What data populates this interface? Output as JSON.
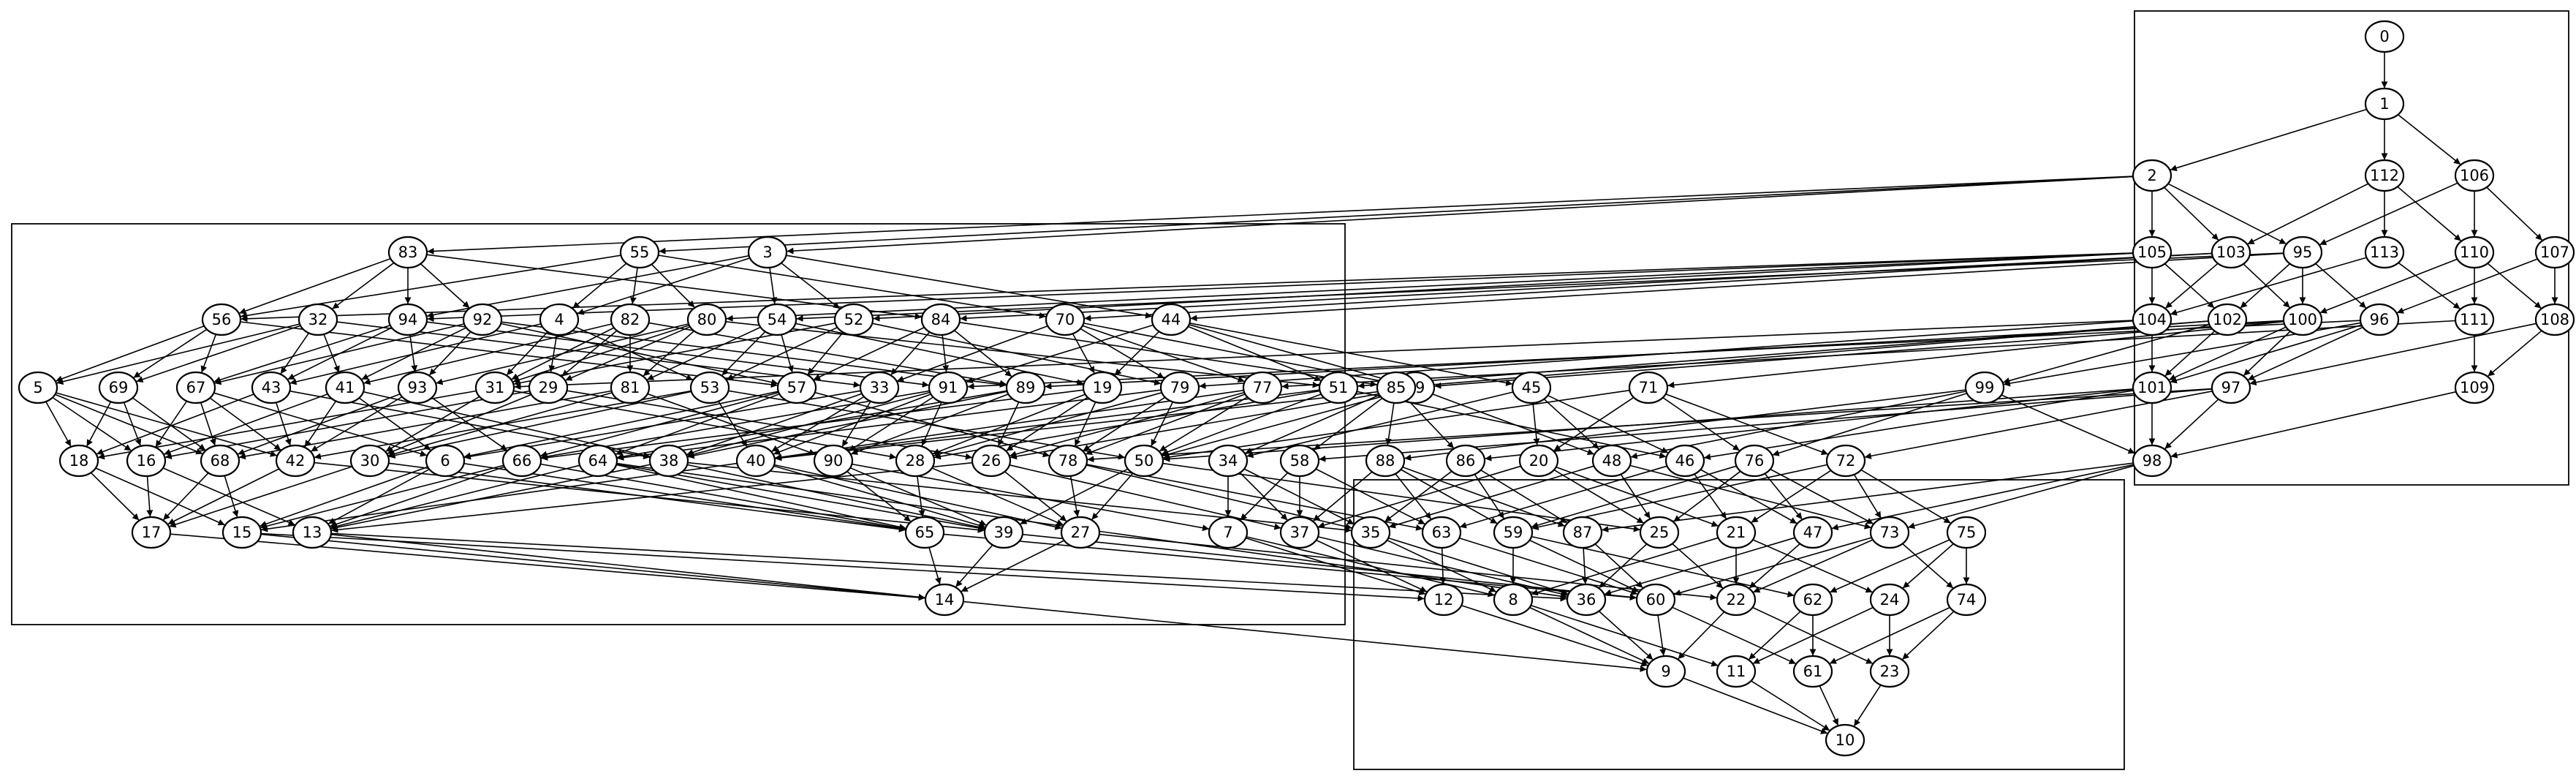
{
  "nodes": [
    "0",
    "1",
    "2",
    "3",
    "4",
    "5",
    "6",
    "7",
    "8",
    "9",
    "10",
    "11",
    "12",
    "13",
    "14",
    "15",
    "16",
    "17",
    "18",
    "19",
    "20",
    "21",
    "22",
    "23",
    "24",
    "25",
    "26",
    "27",
    "28",
    "29",
    "30",
    "31",
    "32",
    "33",
    "34",
    "35",
    "36",
    "37",
    "38",
    "39",
    "40",
    "41",
    "42",
    "43",
    "44",
    "45",
    "46",
    "47",
    "48",
    "49",
    "50",
    "51",
    "52",
    "53",
    "54",
    "55",
    "56",
    "57",
    "58",
    "59",
    "60",
    "61",
    "62",
    "63",
    "64",
    "65",
    "66",
    "67",
    "68",
    "69",
    "70",
    "71",
    "72",
    "73",
    "74",
    "75",
    "76",
    "77",
    "78",
    "79",
    "80",
    "81",
    "82",
    "83",
    "84",
    "85",
    "86",
    "87",
    "88",
    "89",
    "90",
    "91",
    "92",
    "93",
    "94",
    "95",
    "96",
    "97",
    "98",
    "99",
    "100",
    "101",
    "102",
    "103",
    "104",
    "105",
    "106",
    "107",
    "108",
    "109",
    "110",
    "111",
    "112",
    "113"
  ],
  "edges": [
    [
      "0",
      "1"
    ],
    [
      "1",
      "2"
    ],
    [
      "1",
      "112"
    ],
    [
      "1",
      "106"
    ],
    [
      "2",
      "55"
    ],
    [
      "2",
      "3"
    ],
    [
      "2",
      "83"
    ],
    [
      "2",
      "105"
    ],
    [
      "2",
      "103"
    ],
    [
      "2",
      "95"
    ],
    [
      "112",
      "103"
    ],
    [
      "112",
      "113"
    ],
    [
      "112",
      "110"
    ],
    [
      "106",
      "95"
    ],
    [
      "106",
      "110"
    ],
    [
      "106",
      "107"
    ],
    [
      "105",
      "56"
    ],
    [
      "105",
      "94"
    ],
    [
      "105",
      "52"
    ],
    [
      "105",
      "80"
    ],
    [
      "105",
      "104"
    ],
    [
      "105",
      "102"
    ],
    [
      "103",
      "70"
    ],
    [
      "103",
      "84"
    ],
    [
      "103",
      "104"
    ],
    [
      "103",
      "100"
    ],
    [
      "95",
      "44"
    ],
    [
      "95",
      "54"
    ],
    [
      "95",
      "102"
    ],
    [
      "95",
      "100"
    ],
    [
      "95",
      "96"
    ],
    [
      "113",
      "104"
    ],
    [
      "113",
      "111"
    ],
    [
      "110",
      "100"
    ],
    [
      "110",
      "111"
    ],
    [
      "110",
      "108"
    ],
    [
      "107",
      "96"
    ],
    [
      "107",
      "108"
    ],
    [
      "104",
      "101"
    ],
    [
      "104",
      "31"
    ],
    [
      "104",
      "79"
    ],
    [
      "102",
      "101"
    ],
    [
      "102",
      "51"
    ],
    [
      "102",
      "85"
    ],
    [
      "102",
      "99"
    ],
    [
      "100",
      "101"
    ],
    [
      "100",
      "97"
    ],
    [
      "100",
      "71"
    ],
    [
      "100",
      "89"
    ],
    [
      "100",
      "49"
    ],
    [
      "96",
      "101"
    ],
    [
      "96",
      "97"
    ],
    [
      "96",
      "99"
    ],
    [
      "96",
      "91"
    ],
    [
      "111",
      "109"
    ],
    [
      "111",
      "77"
    ],
    [
      "108",
      "109"
    ],
    [
      "108",
      "97"
    ],
    [
      "101",
      "98"
    ],
    [
      "101",
      "46"
    ],
    [
      "101",
      "86"
    ],
    [
      "101",
      "50"
    ],
    [
      "97",
      "98"
    ],
    [
      "97",
      "72"
    ],
    [
      "97",
      "58"
    ],
    [
      "97",
      "78"
    ],
    [
      "99",
      "98"
    ],
    [
      "99",
      "48"
    ],
    [
      "99",
      "76"
    ],
    [
      "99",
      "88"
    ],
    [
      "109",
      "98"
    ],
    [
      "98",
      "73"
    ],
    [
      "98",
      "47"
    ],
    [
      "98",
      "87"
    ],
    [
      "83",
      "56"
    ],
    [
      "83",
      "32"
    ],
    [
      "83",
      "94"
    ],
    [
      "83",
      "92"
    ],
    [
      "83",
      "84"
    ],
    [
      "55",
      "56"
    ],
    [
      "55",
      "4"
    ],
    [
      "55",
      "82"
    ],
    [
      "55",
      "80"
    ],
    [
      "55",
      "70"
    ],
    [
      "3",
      "54"
    ],
    [
      "3",
      "52"
    ],
    [
      "3",
      "44"
    ],
    [
      "3",
      "4"
    ],
    [
      "3",
      "94"
    ],
    [
      "56",
      "5"
    ],
    [
      "56",
      "69"
    ],
    [
      "56",
      "67"
    ],
    [
      "56",
      "57"
    ],
    [
      "32",
      "5"
    ],
    [
      "32",
      "43"
    ],
    [
      "32",
      "41"
    ],
    [
      "32",
      "33"
    ],
    [
      "32",
      "69"
    ],
    [
      "94",
      "43"
    ],
    [
      "94",
      "93"
    ],
    [
      "94",
      "67"
    ],
    [
      "94",
      "91"
    ],
    [
      "92",
      "41"
    ],
    [
      "92",
      "93"
    ],
    [
      "92",
      "57"
    ],
    [
      "92",
      "89"
    ],
    [
      "92",
      "67"
    ],
    [
      "4",
      "31"
    ],
    [
      "4",
      "29"
    ],
    [
      "4",
      "53"
    ],
    [
      "4",
      "43"
    ],
    [
      "82",
      "31"
    ],
    [
      "82",
      "81"
    ],
    [
      "82",
      "29"
    ],
    [
      "82",
      "89"
    ],
    [
      "82",
      "41"
    ],
    [
      "80",
      "29"
    ],
    [
      "80",
      "81"
    ],
    [
      "80",
      "51"
    ],
    [
      "80",
      "93"
    ],
    [
      "80",
      "31"
    ],
    [
      "54",
      "53"
    ],
    [
      "54",
      "57"
    ],
    [
      "54",
      "19"
    ],
    [
      "54",
      "81"
    ],
    [
      "52",
      "53"
    ],
    [
      "52",
      "57"
    ],
    [
      "52",
      "79"
    ],
    [
      "52",
      "31"
    ],
    [
      "84",
      "57"
    ],
    [
      "84",
      "33"
    ],
    [
      "84",
      "91"
    ],
    [
      "84",
      "89"
    ],
    [
      "84",
      "85"
    ],
    [
      "70",
      "19"
    ],
    [
      "70",
      "79"
    ],
    [
      "70",
      "77"
    ],
    [
      "70",
      "49"
    ],
    [
      "70",
      "33"
    ],
    [
      "44",
      "91"
    ],
    [
      "44",
      "51"
    ],
    [
      "44",
      "49"
    ],
    [
      "44",
      "45"
    ],
    [
      "44",
      "19"
    ],
    [
      "85",
      "34"
    ],
    [
      "85",
      "58"
    ],
    [
      "85",
      "88"
    ],
    [
      "85",
      "86"
    ],
    [
      "45",
      "20"
    ],
    [
      "45",
      "48"
    ],
    [
      "45",
      "46"
    ],
    [
      "45",
      "34"
    ],
    [
      "71",
      "76"
    ],
    [
      "71",
      "72"
    ],
    [
      "71",
      "20"
    ],
    [
      "71",
      "50"
    ],
    [
      "5",
      "18"
    ],
    [
      "5",
      "16"
    ],
    [
      "5",
      "68"
    ],
    [
      "5",
      "42"
    ],
    [
      "69",
      "18"
    ],
    [
      "69",
      "16"
    ],
    [
      "69",
      "68"
    ],
    [
      "67",
      "16"
    ],
    [
      "67",
      "68"
    ],
    [
      "67",
      "42"
    ],
    [
      "67",
      "6"
    ],
    [
      "43",
      "18"
    ],
    [
      "43",
      "42"
    ],
    [
      "43",
      "38"
    ],
    [
      "41",
      "16"
    ],
    [
      "41",
      "42"
    ],
    [
      "41",
      "6"
    ],
    [
      "41",
      "38"
    ],
    [
      "93",
      "68"
    ],
    [
      "93",
      "42"
    ],
    [
      "93",
      "66"
    ],
    [
      "31",
      "18"
    ],
    [
      "31",
      "30"
    ],
    [
      "31",
      "28"
    ],
    [
      "29",
      "30"
    ],
    [
      "29",
      "16"
    ],
    [
      "29",
      "26"
    ],
    [
      "81",
      "30"
    ],
    [
      "81",
      "68"
    ],
    [
      "81",
      "90"
    ],
    [
      "53",
      "30"
    ],
    [
      "53",
      "42"
    ],
    [
      "53",
      "40"
    ],
    [
      "53",
      "50"
    ],
    [
      "57",
      "6"
    ],
    [
      "57",
      "66"
    ],
    [
      "57",
      "64"
    ],
    [
      "57",
      "78"
    ],
    [
      "33",
      "6"
    ],
    [
      "33",
      "40"
    ],
    [
      "33",
      "38"
    ],
    [
      "33",
      "90"
    ],
    [
      "91",
      "66"
    ],
    [
      "91",
      "40"
    ],
    [
      "91",
      "38"
    ],
    [
      "91",
      "90"
    ],
    [
      "91",
      "28"
    ],
    [
      "89",
      "38"
    ],
    [
      "89",
      "90"
    ],
    [
      "89",
      "26"
    ],
    [
      "89",
      "64"
    ],
    [
      "19",
      "28"
    ],
    [
      "19",
      "26"
    ],
    [
      "19",
      "66"
    ],
    [
      "19",
      "78"
    ],
    [
      "79",
      "28"
    ],
    [
      "79",
      "78"
    ],
    [
      "79",
      "64"
    ],
    [
      "79",
      "50"
    ],
    [
      "77",
      "26"
    ],
    [
      "77",
      "78"
    ],
    [
      "77",
      "40"
    ],
    [
      "77",
      "50"
    ],
    [
      "51",
      "50"
    ],
    [
      "51",
      "28"
    ],
    [
      "51",
      "40"
    ],
    [
      "51",
      "46"
    ],
    [
      "49",
      "26"
    ],
    [
      "49",
      "50"
    ],
    [
      "49",
      "48"
    ],
    [
      "49",
      "40"
    ],
    [
      "34",
      "7"
    ],
    [
      "34",
      "37"
    ],
    [
      "34",
      "35"
    ],
    [
      "58",
      "7"
    ],
    [
      "58",
      "63"
    ],
    [
      "58",
      "37"
    ],
    [
      "88",
      "37"
    ],
    [
      "88",
      "63"
    ],
    [
      "88",
      "87"
    ],
    [
      "88",
      "59"
    ],
    [
      "86",
      "35"
    ],
    [
      "86",
      "59"
    ],
    [
      "86",
      "87"
    ],
    [
      "20",
      "37"
    ],
    [
      "20",
      "25"
    ],
    [
      "20",
      "21"
    ],
    [
      "48",
      "35"
    ],
    [
      "48",
      "25"
    ],
    [
      "48",
      "73"
    ],
    [
      "46",
      "21"
    ],
    [
      "46",
      "47"
    ],
    [
      "46",
      "63"
    ],
    [
      "76",
      "59"
    ],
    [
      "76",
      "25"
    ],
    [
      "76",
      "47"
    ],
    [
      "76",
      "73"
    ],
    [
      "72",
      "21"
    ],
    [
      "72",
      "73"
    ],
    [
      "72",
      "75"
    ],
    [
      "72",
      "59"
    ],
    [
      "18",
      "17"
    ],
    [
      "18",
      "15"
    ],
    [
      "16",
      "17"
    ],
    [
      "16",
      "13"
    ],
    [
      "68",
      "17"
    ],
    [
      "68",
      "15"
    ],
    [
      "42",
      "17"
    ],
    [
      "42",
      "39"
    ],
    [
      "30",
      "17"
    ],
    [
      "30",
      "65"
    ],
    [
      "6",
      "15"
    ],
    [
      "6",
      "13"
    ],
    [
      "6",
      "65"
    ],
    [
      "66",
      "15"
    ],
    [
      "66",
      "65"
    ],
    [
      "66",
      "13"
    ],
    [
      "64",
      "13"
    ],
    [
      "64",
      "65"
    ],
    [
      "64",
      "39"
    ],
    [
      "64",
      "36"
    ],
    [
      "38",
      "13"
    ],
    [
      "38",
      "39"
    ],
    [
      "38",
      "35"
    ],
    [
      "40",
      "15"
    ],
    [
      "40",
      "39"
    ],
    [
      "40",
      "27"
    ],
    [
      "90",
      "65"
    ],
    [
      "90",
      "39"
    ],
    [
      "90",
      "7"
    ],
    [
      "28",
      "27"
    ],
    [
      "28",
      "65"
    ],
    [
      "26",
      "27"
    ],
    [
      "26",
      "13"
    ],
    [
      "26",
      "37"
    ],
    [
      "78",
      "27"
    ],
    [
      "78",
      "35"
    ],
    [
      "78",
      "63"
    ],
    [
      "50",
      "27"
    ],
    [
      "50",
      "39"
    ],
    [
      "50",
      "25"
    ],
    [
      "7",
      "12"
    ],
    [
      "7",
      "8"
    ],
    [
      "37",
      "12"
    ],
    [
      "37",
      "36"
    ],
    [
      "35",
      "8"
    ],
    [
      "35",
      "36"
    ],
    [
      "63",
      "12"
    ],
    [
      "63",
      "60"
    ],
    [
      "59",
      "8"
    ],
    [
      "59",
      "60"
    ],
    [
      "59",
      "62"
    ],
    [
      "87",
      "60"
    ],
    [
      "87",
      "36"
    ],
    [
      "25",
      "22"
    ],
    [
      "25",
      "36"
    ],
    [
      "21",
      "22"
    ],
    [
      "21",
      "24"
    ],
    [
      "21",
      "8"
    ],
    [
      "47",
      "22"
    ],
    [
      "47",
      "36"
    ],
    [
      "73",
      "74"
    ],
    [
      "73",
      "60"
    ],
    [
      "73",
      "22"
    ],
    [
      "75",
      "74"
    ],
    [
      "75",
      "62"
    ],
    [
      "75",
      "24"
    ],
    [
      "17",
      "14"
    ],
    [
      "15",
      "14"
    ],
    [
      "15",
      "12"
    ],
    [
      "13",
      "14"
    ],
    [
      "13",
      "36"
    ],
    [
      "65",
      "14"
    ],
    [
      "65",
      "60"
    ],
    [
      "39",
      "14"
    ],
    [
      "39",
      "60"
    ],
    [
      "27",
      "14"
    ],
    [
      "27",
      "22"
    ],
    [
      "12",
      "9"
    ],
    [
      "8",
      "9"
    ],
    [
      "8",
      "11"
    ],
    [
      "36",
      "9"
    ],
    [
      "60",
      "9"
    ],
    [
      "60",
      "61"
    ],
    [
      "22",
      "9"
    ],
    [
      "22",
      "23"
    ],
    [
      "62",
      "11"
    ],
    [
      "62",
      "61"
    ],
    [
      "24",
      "23"
    ],
    [
      "24",
      "11"
    ],
    [
      "74",
      "23"
    ],
    [
      "74",
      "61"
    ],
    [
      "14",
      "9"
    ],
    [
      "9",
      "10"
    ],
    [
      "11",
      "10"
    ],
    [
      "61",
      "10"
    ],
    [
      "23",
      "10"
    ]
  ]
}
